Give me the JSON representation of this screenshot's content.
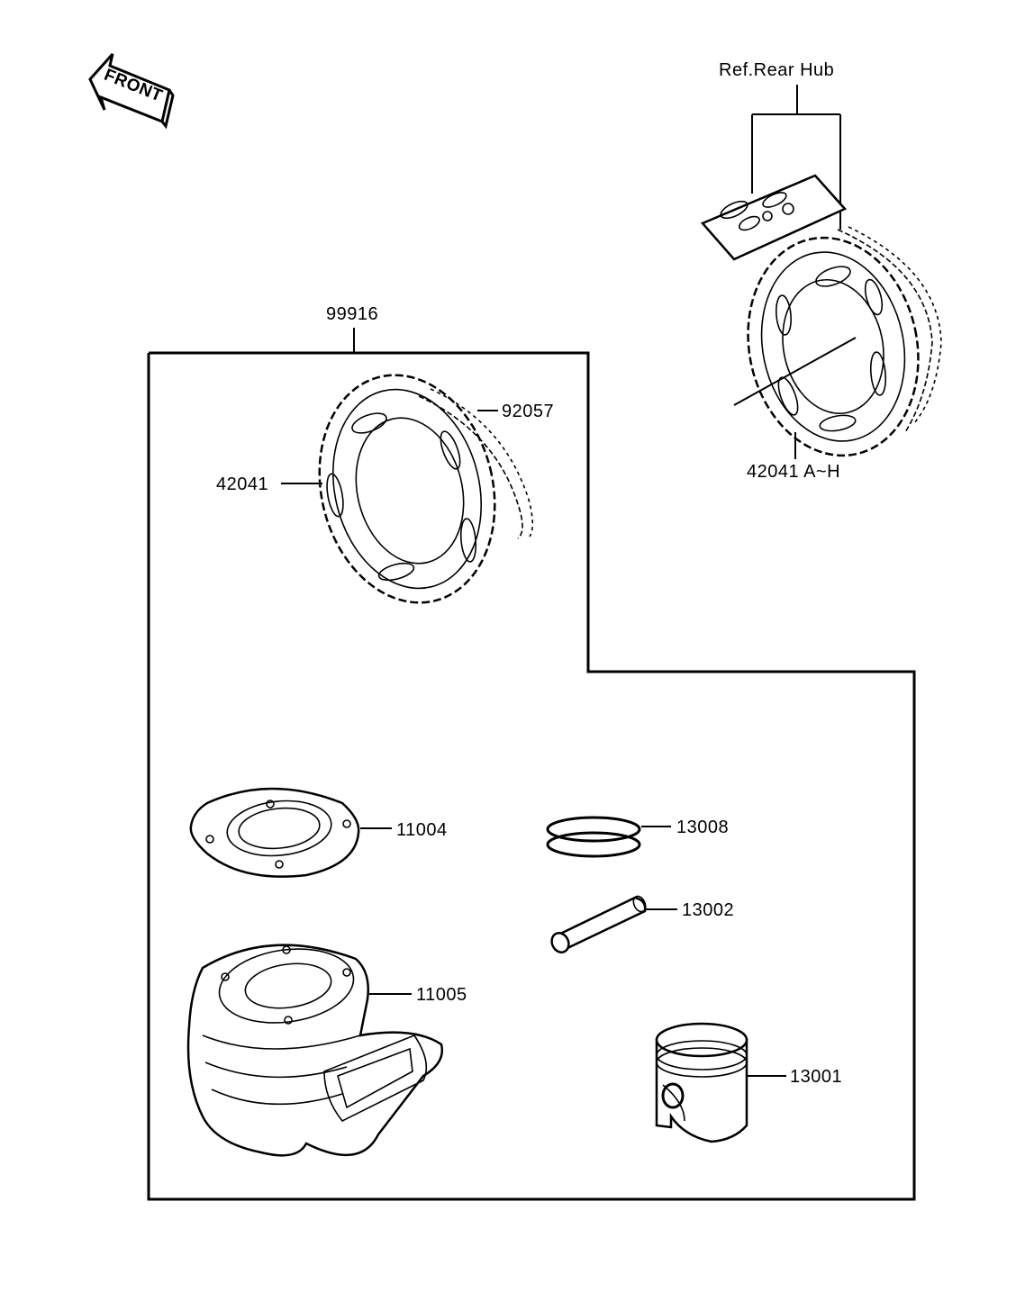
{
  "front_arrow": {
    "label": "FRONT"
  },
  "ref_rear_hub": {
    "label": "Ref.Rear Hub"
  },
  "kit": {
    "number": "99916"
  },
  "callouts": {
    "sprocket_kit": "42041",
    "chain": "92057",
    "sprocket_ref": "42041 A~H",
    "head_gasket": "11004",
    "cylinder": "11005",
    "ring_set": "13008",
    "piston_pin": "13002",
    "piston": "13001"
  }
}
